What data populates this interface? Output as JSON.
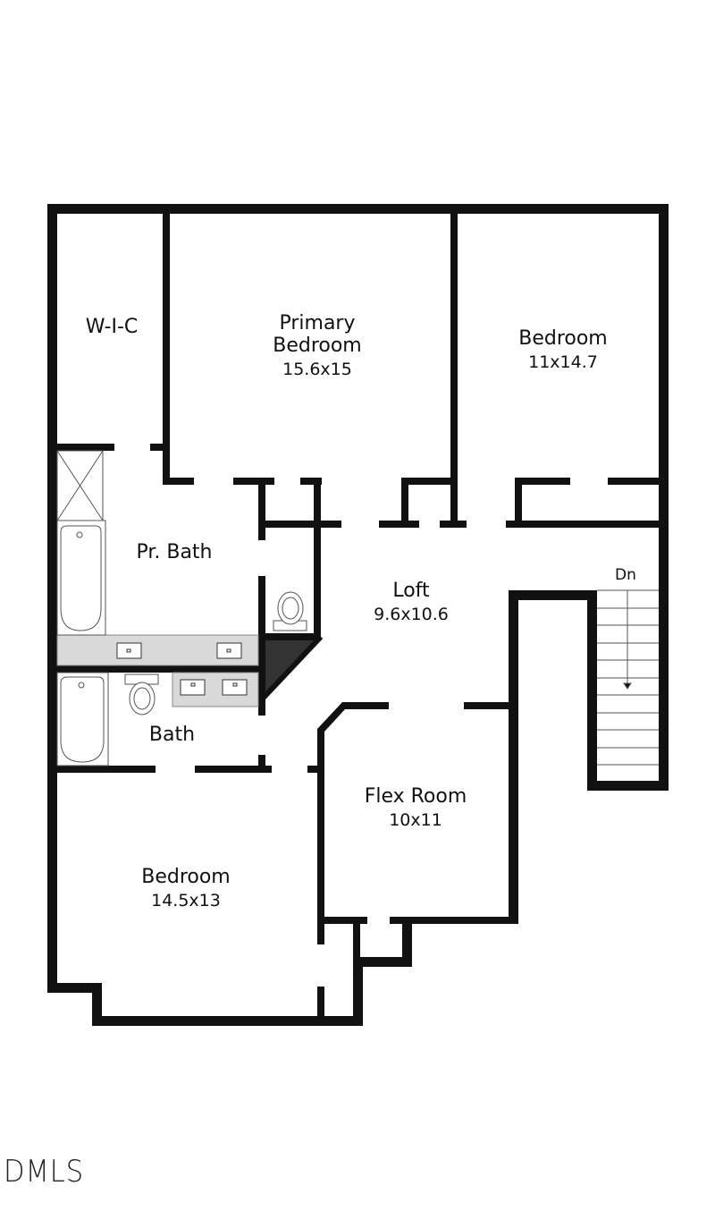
{
  "floorplan": {
    "rooms": [
      {
        "id": "wic",
        "name": "W-I-C",
        "dimensions": ""
      },
      {
        "id": "primary-bedroom",
        "name": "Primary Bedroom",
        "name_line1": "Primary",
        "name_line2": "Bedroom",
        "dimensions": "15.6x15"
      },
      {
        "id": "bedroom-ne",
        "name": "Bedroom",
        "dimensions": "11x14.7"
      },
      {
        "id": "primary-bath",
        "name": "Pr. Bath",
        "dimensions": ""
      },
      {
        "id": "loft",
        "name": "Loft",
        "dimensions": "9.6x10.6"
      },
      {
        "id": "bath",
        "name": "Bath",
        "dimensions": ""
      },
      {
        "id": "flex-room",
        "name": "Flex Room",
        "dimensions": "10x11"
      },
      {
        "id": "bedroom-sw",
        "name": "Bedroom",
        "dimensions": "14.5x13"
      }
    ],
    "stairs": {
      "label": "Dn",
      "steps": 12
    },
    "colors": {
      "wall": "#111111",
      "counter": "#d9d9d9",
      "fixture_line": "#555555",
      "chase": "#333333"
    }
  },
  "watermark": {
    "text": "DMLS"
  }
}
